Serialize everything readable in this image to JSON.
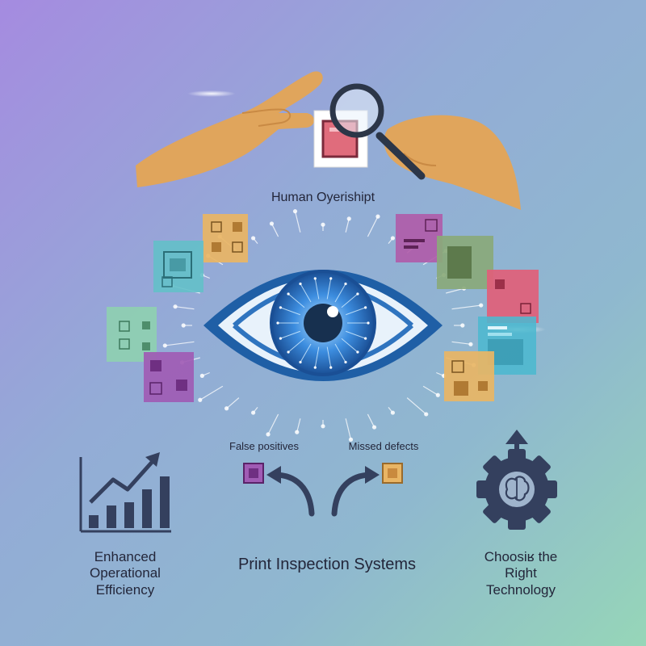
{
  "labels": {
    "oversight": "Human Oyerishipt",
    "false_positives": "False positives",
    "missed_defects": "Missed defects",
    "title": "Print Inspection Systems",
    "efficiency": [
      "Enhanced",
      "Operational",
      "Efficiency"
    ],
    "technology": [
      "Choosiʁ the",
      "Right",
      "Technology"
    ]
  },
  "icons": {
    "hands": "hands-holding-magnifier-icon",
    "eye": "eye-icon",
    "growth": "growth-chart-icon",
    "gear": "gear-brain-icon",
    "arrows": "curved-arrows-icon"
  },
  "colors": {
    "eye_outer": "#1f5fa6",
    "iris": "#3d8ee0",
    "hand": "#e0a55c",
    "tile_purple": "#a05bb4",
    "tile_orange": "#e9b564",
    "tile_teal": "#63c0c9",
    "tile_pink": "#e0607a",
    "tile_green": "#8fb878",
    "tile_mint": "#8ed0b0",
    "tile_olive": "#8aa97a",
    "icon_dark": "#34405e"
  }
}
